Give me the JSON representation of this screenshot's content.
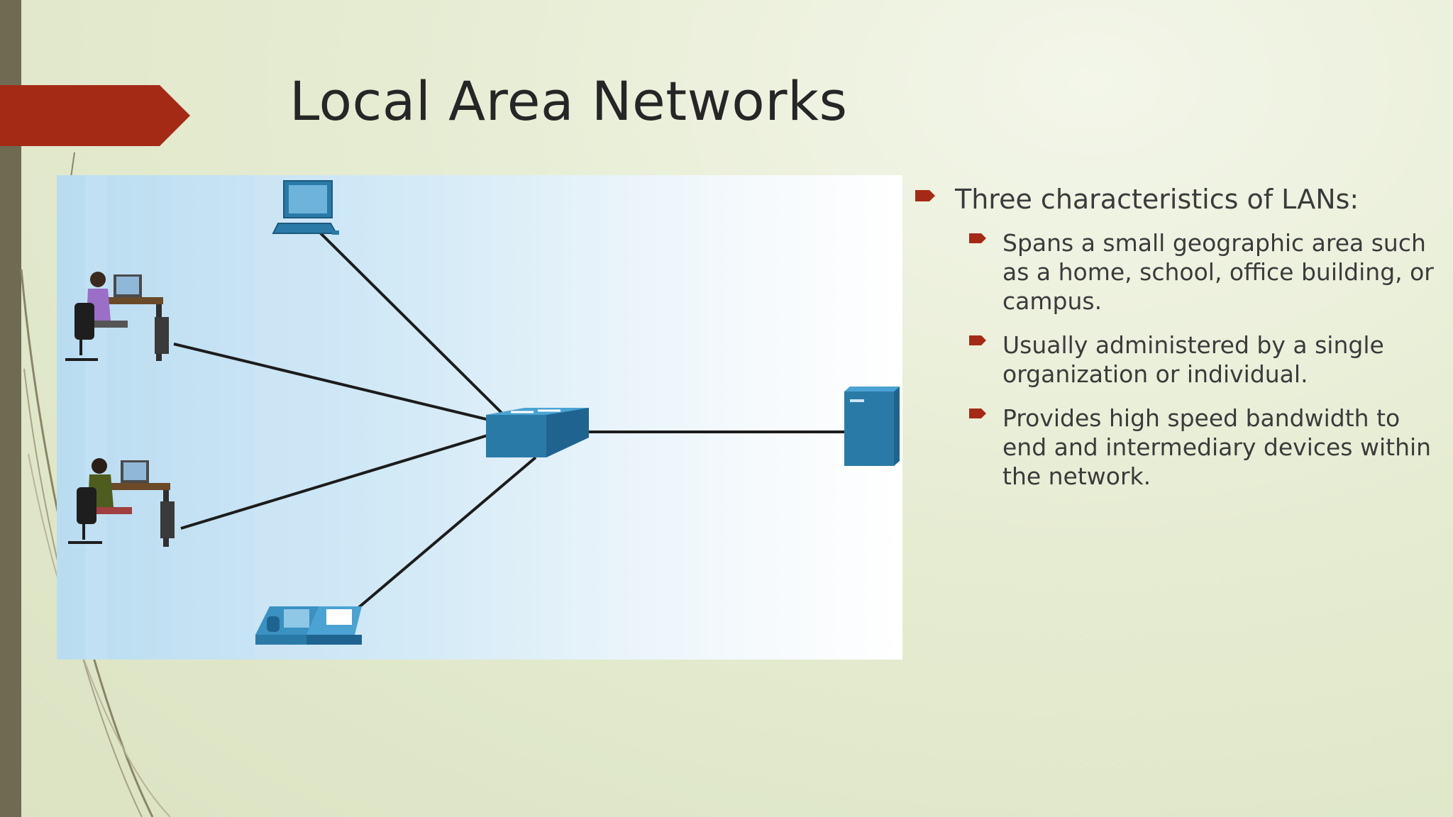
{
  "slide": {
    "title": "Local Area Networks",
    "colors": {
      "accent": "#a52a16",
      "background": "#e6ecd2",
      "sidebar": "#6f6a52",
      "device_blue": "#2a7aa8"
    },
    "diagram": {
      "devices": [
        "pc-user-1",
        "pc-user-2",
        "laptop",
        "ip-phone",
        "switch",
        "server"
      ],
      "icons": [
        "workstation-user-icon",
        "workstation-user-icon",
        "laptop-icon",
        "phone-icon",
        "switch-icon",
        "server-icon"
      ]
    },
    "bullets": {
      "heading": "Three characteristics of LANs:",
      "items": [
        "Spans a small geographic area such as a home, school, office building, or campus.",
        "Usually administered by a single organization or individual.",
        "Provides high speed bandwidth to end and intermediary devices within the network."
      ]
    }
  }
}
